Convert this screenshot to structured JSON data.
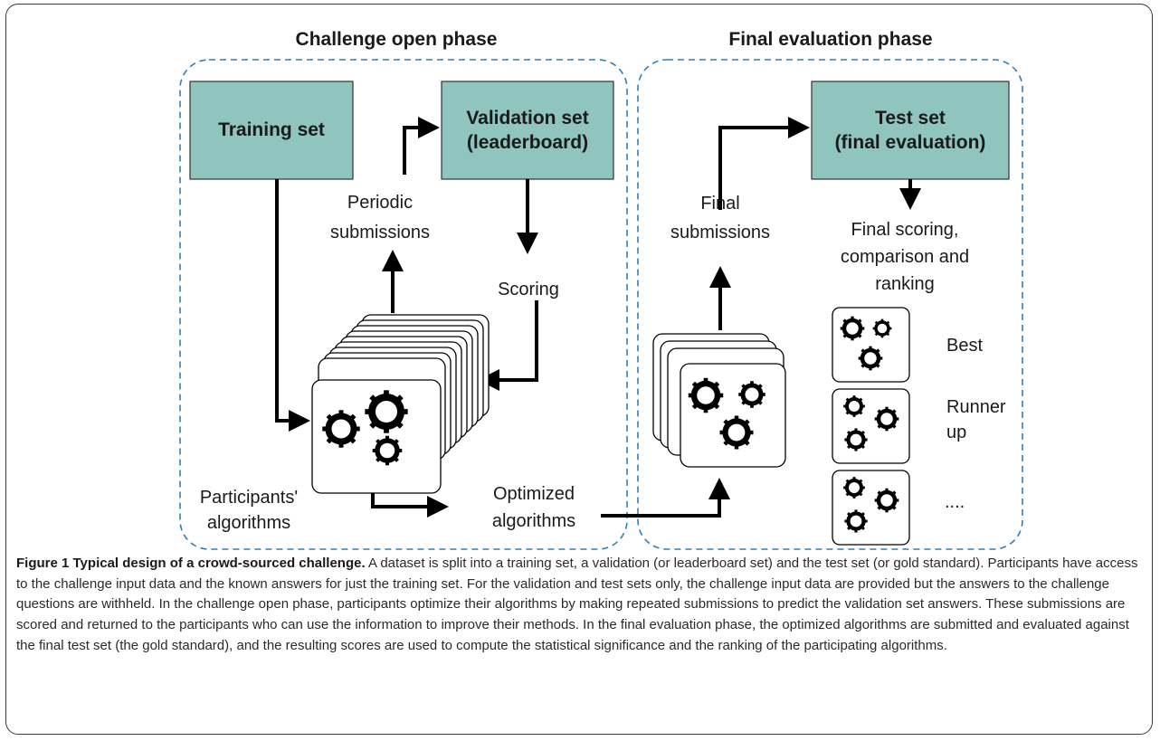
{
  "diagram": {
    "phases": [
      {
        "title": "Challenge open phase"
      },
      {
        "title": "Final evaluation phase"
      }
    ],
    "boxes": {
      "training_set": [
        "Training set"
      ],
      "validation_set": [
        "Validation set",
        "(leaderboard)"
      ],
      "test_set": [
        "Test set",
        "(final evaluation)"
      ]
    },
    "labels": {
      "periodic_submissions": [
        "Periodic",
        "submissions"
      ],
      "scoring": "Scoring",
      "participants_algorithms": [
        "Participants'",
        "algorithms"
      ],
      "optimized_algorithms": [
        "Optimized",
        "algorithms"
      ],
      "final_submissions": [
        "Final",
        "submissions"
      ],
      "final_scoring": [
        "Final scoring,",
        "comparison and",
        "ranking"
      ]
    },
    "rankings": [
      {
        "label": [
          "Best"
        ],
        "icon": "gears-icon"
      },
      {
        "label": [
          "Runner",
          "up"
        ],
        "icon": "gears-icon"
      },
      {
        "label": [
          "...."
        ],
        "icon": "gears-icon"
      }
    ],
    "colors": {
      "dataset_box_fill": "#8fc4bf",
      "phase_border": "#2f7fb8"
    }
  },
  "caption": {
    "title": "Figure 1 Typical design of a crowd-sourced challenge.",
    "body": "A dataset is split into a training set, a validation (or leaderboard set) and the test set (or gold standard). Participants have access to the challenge input data and the known answers for just the training set. For the validation and test sets only, the challenge input data are provided but the answers to the challenge questions are withheld. In the challenge open phase, participants optimize their algorithms by making repeated submissions to predict the validation set answers. These submissions are scored and returned to the participants who can use the information to improve their methods. In the final evaluation phase, the optimized algorithms are submitted and evaluated against the final test set (the gold standard), and the resulting scores are used to compute the statistical significance and the ranking of the participating algorithms."
  }
}
